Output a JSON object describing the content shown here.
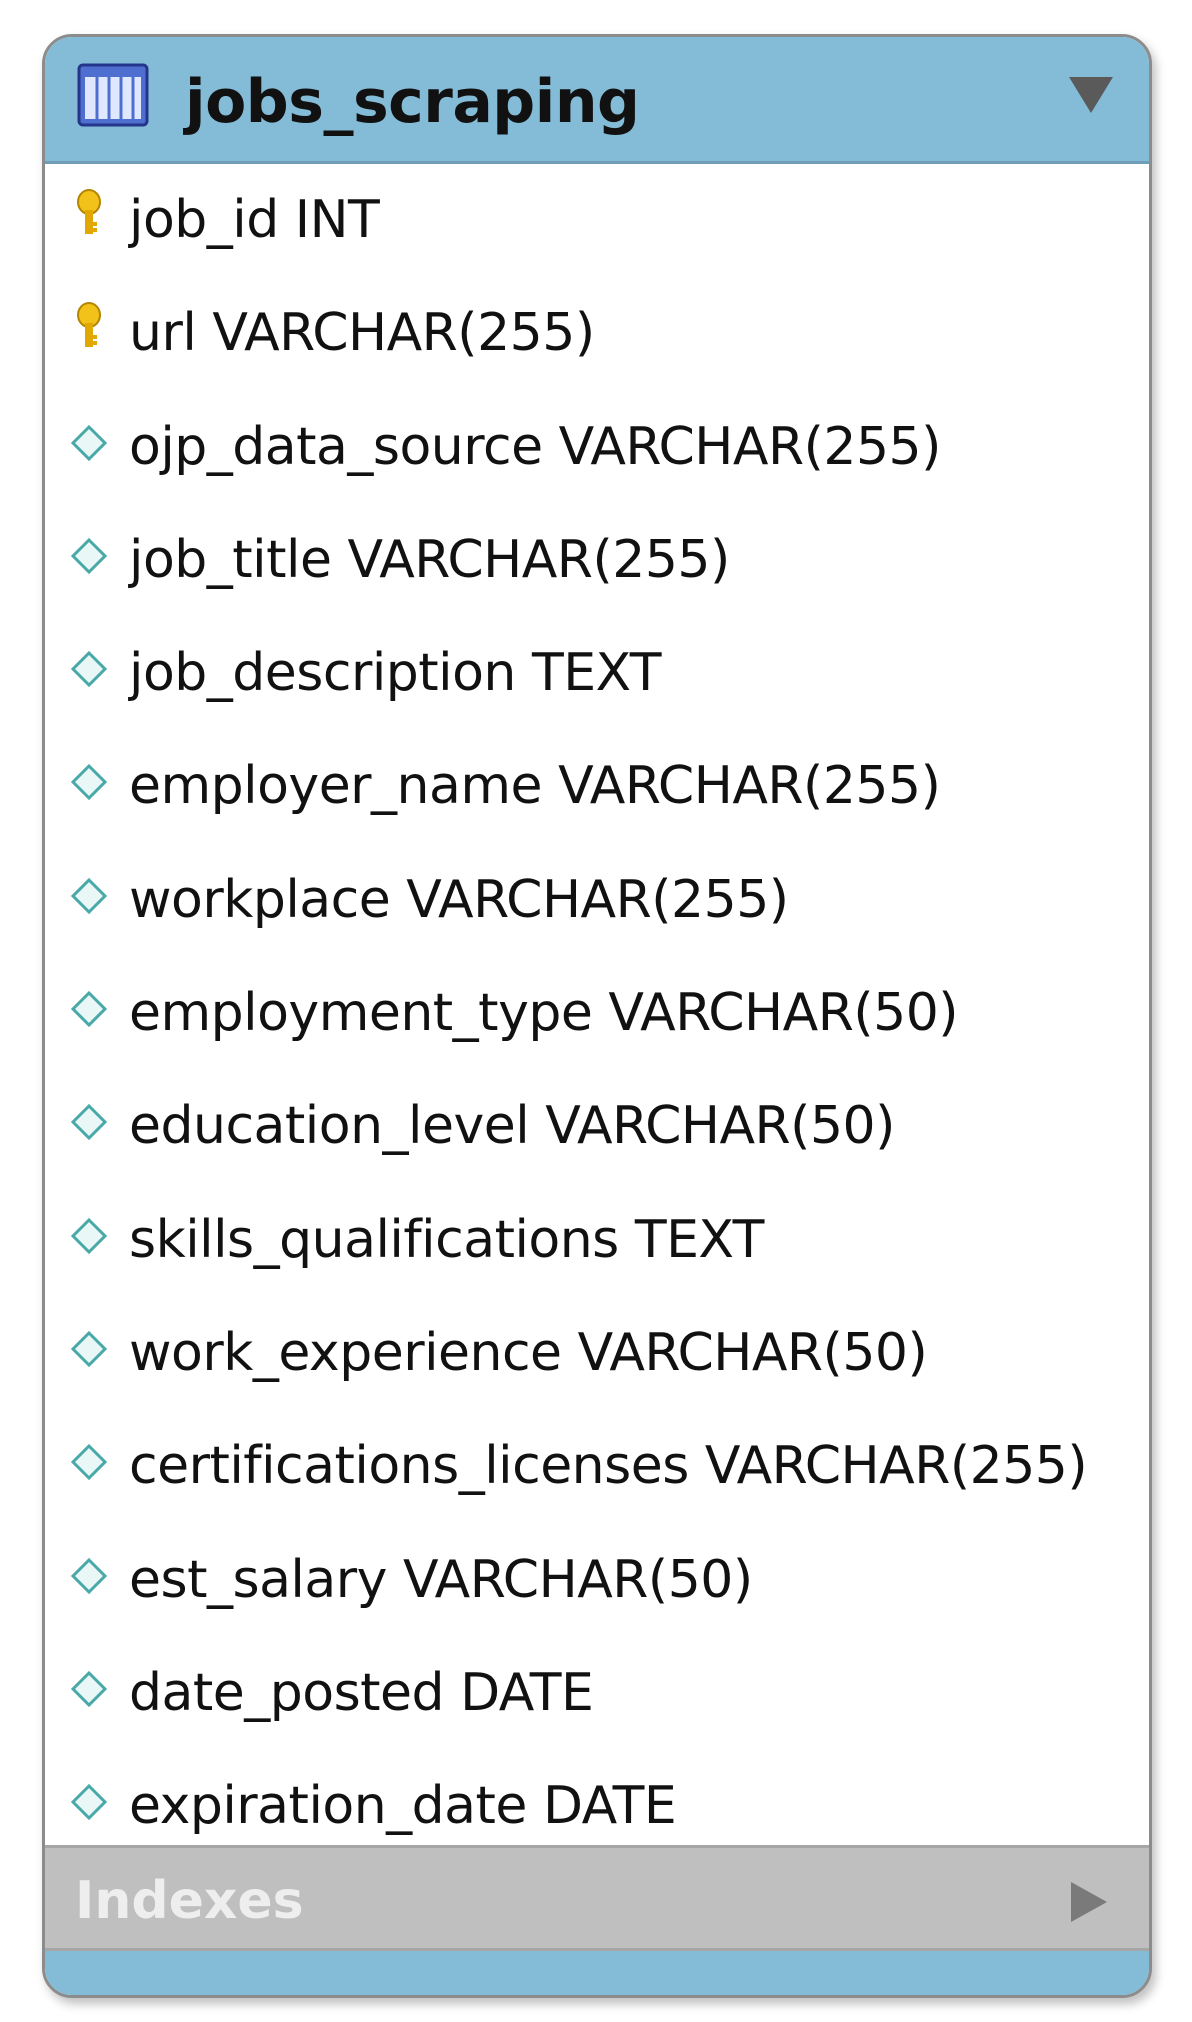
{
  "table": {
    "name": "jobs_scraping",
    "header_color": "#84bcd8",
    "indexes_label": "Indexes"
  },
  "columns": [
    {
      "name": "job_id",
      "type": "INT",
      "icon": "primary-key-icon"
    },
    {
      "name": "url",
      "type": "VARCHAR(255)",
      "icon": "primary-key-icon"
    },
    {
      "name": "ojp_data_source",
      "type": "VARCHAR(255)",
      "icon": "column-diamond-icon"
    },
    {
      "name": "job_title",
      "type": "VARCHAR(255)",
      "icon": "column-diamond-icon"
    },
    {
      "name": "job_description",
      "type": "TEXT",
      "icon": "column-diamond-icon"
    },
    {
      "name": "employer_name",
      "type": "VARCHAR(255)",
      "icon": "column-diamond-icon"
    },
    {
      "name": "workplace",
      "type": "VARCHAR(255)",
      "icon": "column-diamond-icon"
    },
    {
      "name": "employment_type",
      "type": "VARCHAR(50)",
      "icon": "column-diamond-icon"
    },
    {
      "name": "education_level",
      "type": "VARCHAR(50)",
      "icon": "column-diamond-icon"
    },
    {
      "name": "skills_qualifications",
      "type": "TEXT",
      "icon": "column-diamond-icon"
    },
    {
      "name": "work_experience",
      "type": "VARCHAR(50)",
      "icon": "column-diamond-icon"
    },
    {
      "name": "certifications_licenses",
      "type": "VARCHAR(255)",
      "icon": "column-diamond-icon"
    },
    {
      "name": "est_salary",
      "type": "VARCHAR(50)",
      "icon": "column-diamond-icon"
    },
    {
      "name": "date_posted",
      "type": "DATE",
      "icon": "column-diamond-icon"
    },
    {
      "name": "expiration_date",
      "type": "DATE",
      "icon": "column-diamond-icon"
    }
  ]
}
